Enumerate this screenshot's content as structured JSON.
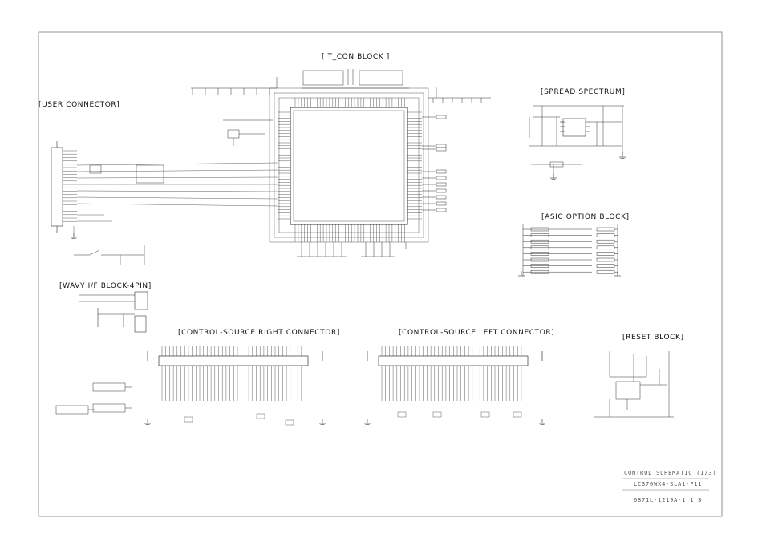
{
  "blocks": {
    "user_connector": "[USER CONNECTOR]",
    "t_con": "[ T_CON  BLOCK ]",
    "spread_spectrum": "[SPREAD SPECTRUM]",
    "asic_option": "[ASIC OPTION BLOCK]",
    "wavy_if": "[WAVY I/F BLOCK-4PIN]",
    "source_right": "[CONTROL-SOURCE RIGHT CONNECTOR]",
    "source_left": "[CONTROL-SOURCE LEFT CONNECTOR]",
    "reset": "[RESET BLOCK]"
  },
  "title_block": {
    "schematic": "CONTROL SCHEMATIC (1/3)",
    "model": "LC370WX4-SLA1-F11",
    "doc_number": "6871L-1219A-1_1_3"
  },
  "colors": {
    "line": "#333333",
    "frame": "#777777",
    "text": "#111111"
  }
}
